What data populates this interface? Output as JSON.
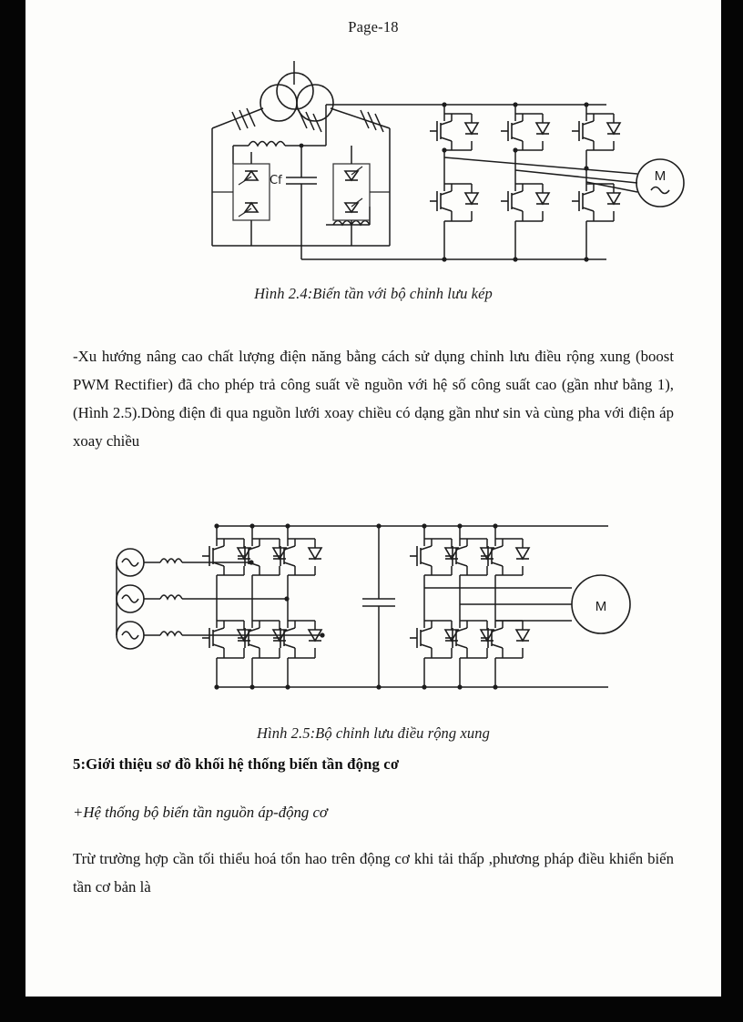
{
  "document": {
    "page_header": "Page-18",
    "language": "vi"
  },
  "figures": [
    {
      "id": "fig-2-4",
      "caption": "Hình 2.4:Biến tần với bộ chỉnh lưu kép",
      "labels": {
        "filter_capacitor": "Cf",
        "motor": "M",
        "motor_type_mark": "∿"
      },
      "components": {
        "transformer": "three-winding-transformer",
        "converter_left": "dual-thyristor-bridge",
        "converter_right": "dual-thyristor-bridge",
        "inverter": "igbt-three-phase-inverter",
        "switch_count": 6
      }
    },
    {
      "id": "fig-2-5",
      "caption": "Hình 2.5:Bộ chỉnh lưu điều rộng xung",
      "labels": {
        "motor": "M"
      },
      "components": {
        "source": "three-phase-ac-source",
        "source_phases": 3,
        "line_inductors": 3,
        "rectifier": "igbt-boost-pwm-rectifier",
        "dc_link": "dc-link-capacitor",
        "inverter": "igbt-three-phase-inverter"
      }
    }
  ],
  "body": {
    "paragraph_1": "-Xu hướng nâng cao chất lượng điện năng bằng cách sử dụng chỉnh lưu điều rộng xung (boost PWM Rectifier) đã cho phép trả công suất về nguồn với hệ số công suất cao (gần như bằng 1),(Hình 2.5).Dòng điện đi qua nguồn lưới xoay chiều có dạng gần như sin và cùng pha với điện áp xoay chiều",
    "section_heading": "5:Giới thiệu sơ đồ khối hệ thống biến tần động cơ",
    "subsection_heading": "+Hệ thống bộ biến tần nguồn áp-động cơ",
    "paragraph_2": "Trừ trường hợp cần tối thiểu hoá tổn hao trên động cơ khi tải thấp ,phương pháp điều khiển biến tần cơ bản là"
  },
  "colors": {
    "paper": "#fdfdfb",
    "ink": "#1d1d1d",
    "scan_border": "#050505"
  }
}
